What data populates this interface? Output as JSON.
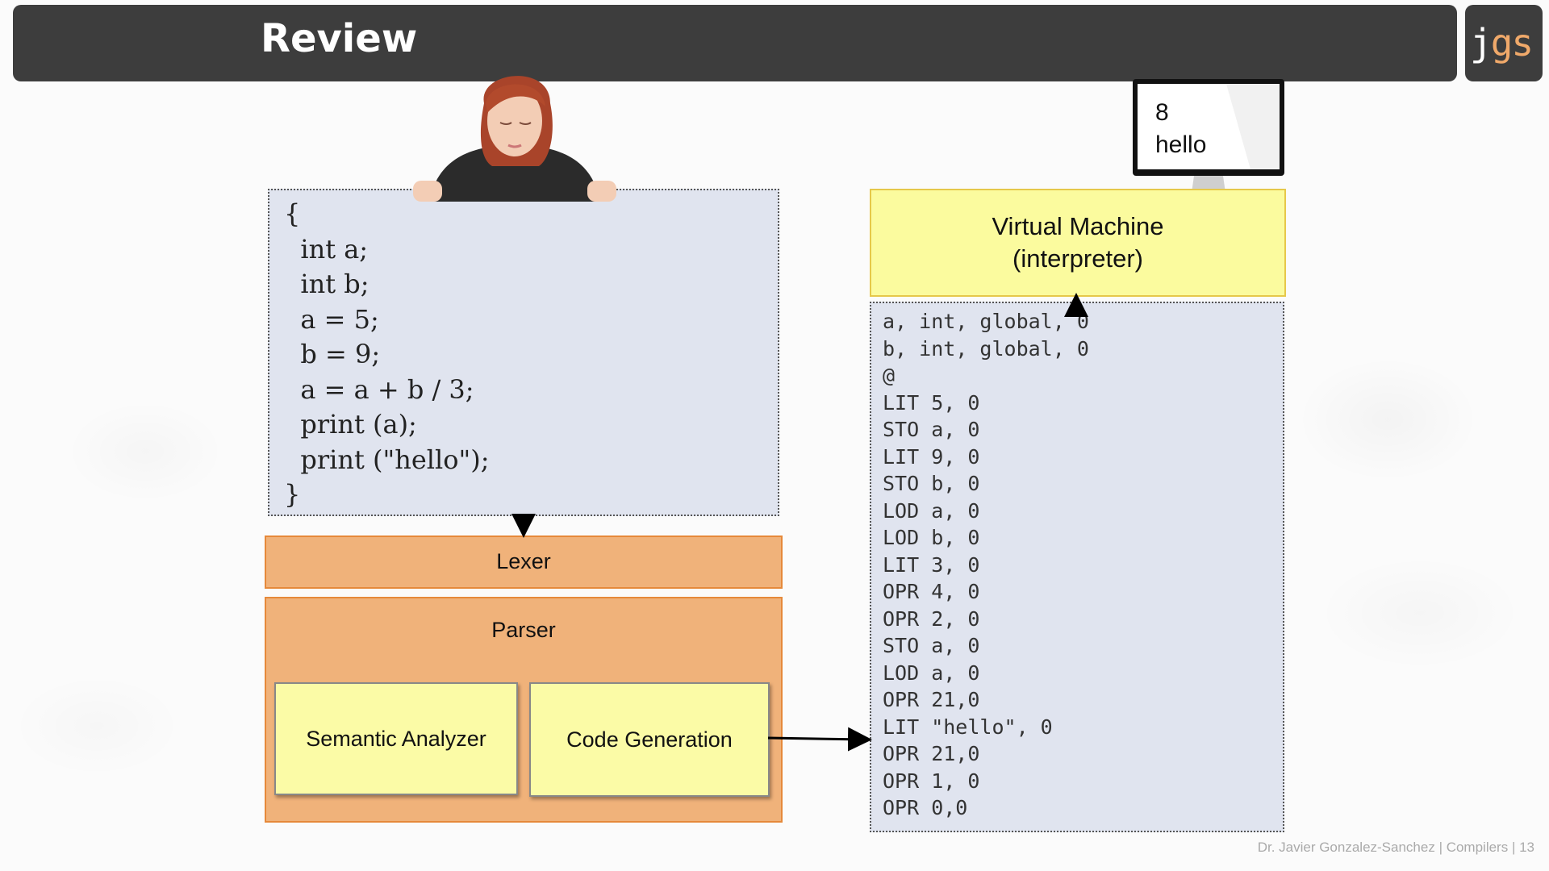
{
  "slide": {
    "title": "Review",
    "logo": {
      "j": "j",
      "gs": "gs"
    },
    "footer": "Dr. Javier Gonzalez-Sanchez | Compilers | 13"
  },
  "source_code": [
    "{",
    "  int a;",
    "  int b;",
    "  a = 5;",
    "  b = 9;",
    "  a = a + b / 3;",
    "  print (a);",
    "  print (\"hello\");",
    "}"
  ],
  "pipeline": {
    "lexer": "Lexer",
    "parser": "Parser",
    "semantic_analyzer": "Semantic Analyzer",
    "code_generation": "Code Generation"
  },
  "virtual_machine": {
    "line1": "Virtual Machine",
    "line2": "(interpreter)"
  },
  "bytecode": [
    "a, int, global, 0",
    "b, int, global, 0",
    "@",
    "LIT 5, 0",
    "STO a, 0",
    "LIT 9, 0",
    "STO b, 0",
    "LOD a, 0",
    "LOD b, 0",
    "LIT 3, 0",
    "OPR 4, 0",
    "OPR 2, 0",
    "STO a, 0",
    "LOD a, 0",
    "OPR 21,0",
    "LIT \"hello\", 0",
    "OPR 21,0",
    "OPR 1, 0",
    "OPR 0,0"
  ],
  "output": [
    "8",
    "hello"
  ],
  "colors": {
    "header": "#3d3d3d",
    "code_bg": "#e0e4ef",
    "orange": "#f0b27a",
    "yellow": "#fbfb9e",
    "logo_accent": "#f0a96a"
  }
}
